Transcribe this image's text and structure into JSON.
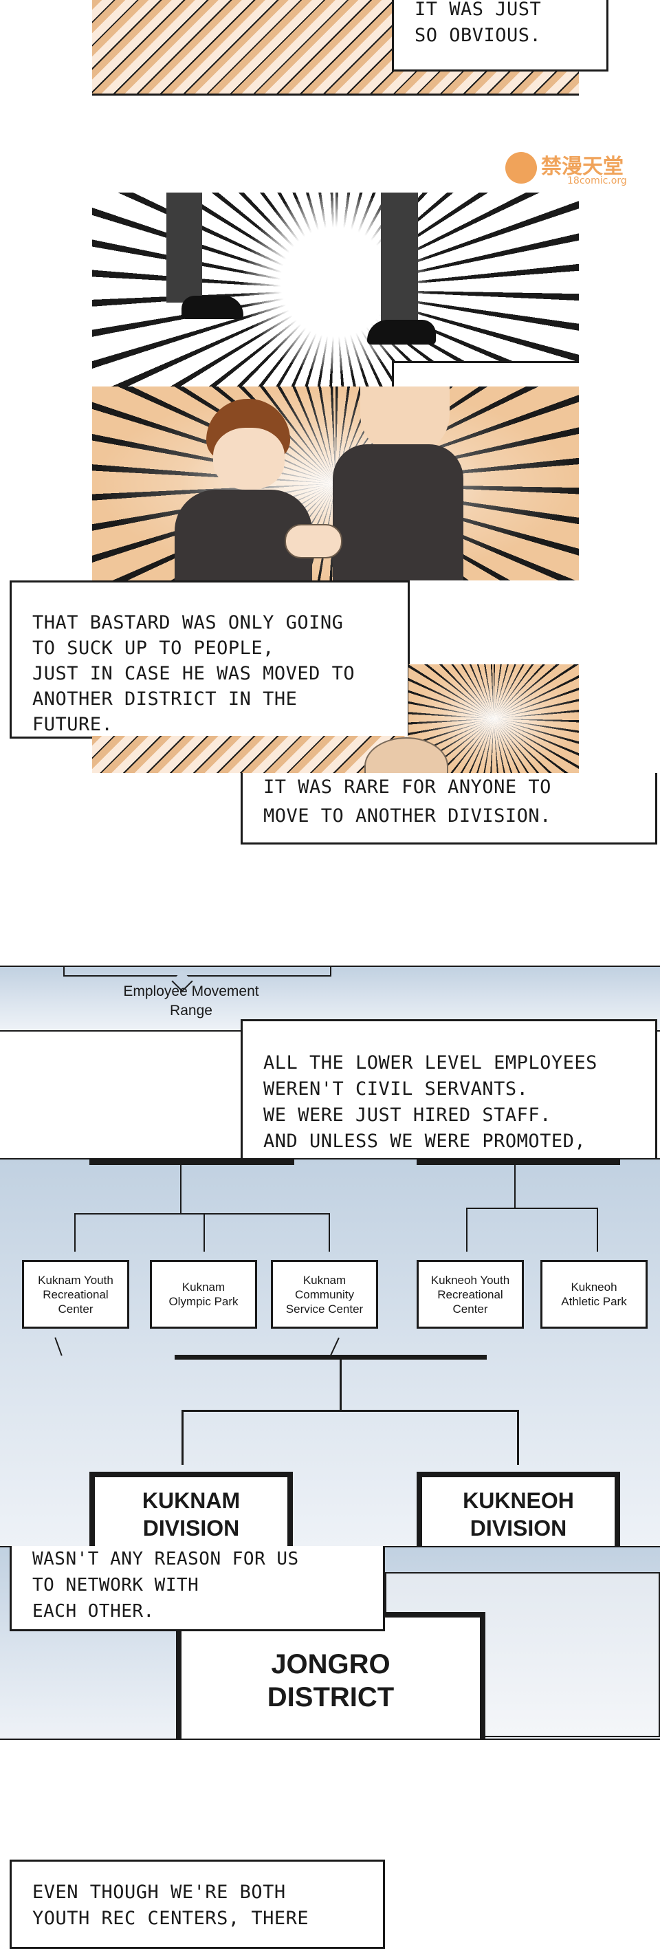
{
  "panels": {
    "p1": {
      "bubble": "IT WAS JUST\nSO OBVIOUS."
    },
    "watermark": {
      "name": "禁漫天堂",
      "url": "18comic.org"
    },
    "p3": {
      "bubble": "THAT BASTARD WAS ONLY GOING\nTO SUCK UP TO PEOPLE,\nJUST IN CASE HE WAS MOVED TO\nANOTHER DISTRICT IN THE FUTURE."
    },
    "p4": {
      "bubble": "IT WAS RARE FOR ANYONE TO\nMOVE TO ANOTHER DIVISION."
    },
    "p5": {
      "range_label": "Employee Movement\nRange",
      "bubble": "ALL THE LOWER LEVEL EMPLOYEES\nWEREN'T CIVIL SERVANTS.\nWE WERE JUST HIRED STAFF.\nAND UNLESS WE WERE PROMOTED,\nIT WAS RARE FOR ANYONE TO"
    },
    "p6": {
      "facilities": [
        "Kuknam Youth\nRecreational\nCenter",
        "Kuknam\nOlympic Park",
        "Kuknam\nCommunity\nService Center",
        "Kukneoh Youth\nRecreational\nCenter",
        "Kukneoh\nAthletic Park"
      ],
      "divisions": [
        "KUKNAM\nDIVISION",
        "KUKNEOH\nDIVISION"
      ]
    },
    "p7": {
      "bubble": "WASN'T ANY REASON FOR US\nTO NETWORK WITH\nEACH OTHER.",
      "district": "JONGRO\nDISTRICT"
    },
    "p8": {
      "bubble": "EVEN THOUGH WE'RE BOTH\nYOUTH REC CENTERS, THERE"
    }
  }
}
